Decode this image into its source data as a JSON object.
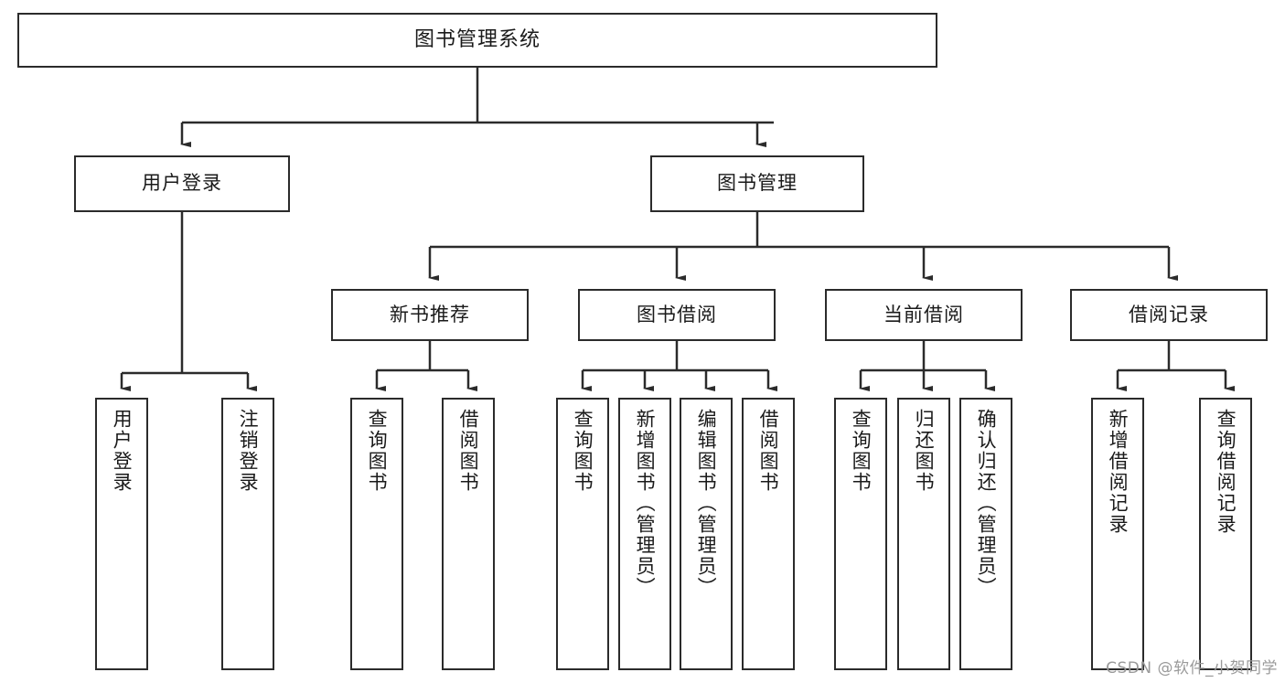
{
  "diagram": {
    "type": "tree",
    "title": "图书管理系统",
    "root": {
      "label": "图书管理系统"
    },
    "level2": [
      {
        "label": "用户登录"
      },
      {
        "label": "图书管理"
      }
    ],
    "level3": [
      {
        "label": "新书推荐"
      },
      {
        "label": "图书借阅"
      },
      {
        "label": "当前借阅"
      },
      {
        "label": "借阅记录"
      }
    ],
    "leaves": {
      "user_login": [
        {
          "label": "用户登录"
        },
        {
          "label": "注销登录"
        }
      ],
      "new_book_recommend": [
        {
          "label": "查询图书"
        },
        {
          "label": "借阅图书"
        }
      ],
      "book_borrow": [
        {
          "label": "查询图书"
        },
        {
          "label": "新增图书（管理员）"
        },
        {
          "label": "编辑图书（管理员）"
        },
        {
          "label": "借阅图书"
        }
      ],
      "current_borrow": [
        {
          "label": "查询图书"
        },
        {
          "label": "归还图书"
        },
        {
          "label": "确认归还（管理员）"
        }
      ],
      "borrow_record": [
        {
          "label": "新增借阅记录"
        },
        {
          "label": "查询借阅记录"
        }
      ]
    }
  },
  "watermark": {
    "text": "CSDN @软件_小贺同学"
  },
  "colors": {
    "stroke": "#2b2b2b",
    "fill": "#ffffff",
    "text": "#1a1a1a",
    "watermark": "#9a9a9a"
  }
}
